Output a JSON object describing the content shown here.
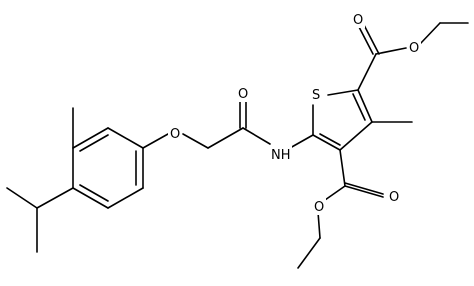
{
  "molecule": {
    "atoms": {
      "sulfur": "S",
      "ester_top_carbonyl_o": "O",
      "ester_top_ether_o": "O",
      "amide_o": "O",
      "phenoxy_o": "O",
      "amide_nh": "NH",
      "ester_bottom_ether_o": "O",
      "ester_bottom_carbonyl_o": "O"
    },
    "colors": {
      "bond": "#000000",
      "label": "#000000",
      "background": "#ffffff"
    }
  }
}
